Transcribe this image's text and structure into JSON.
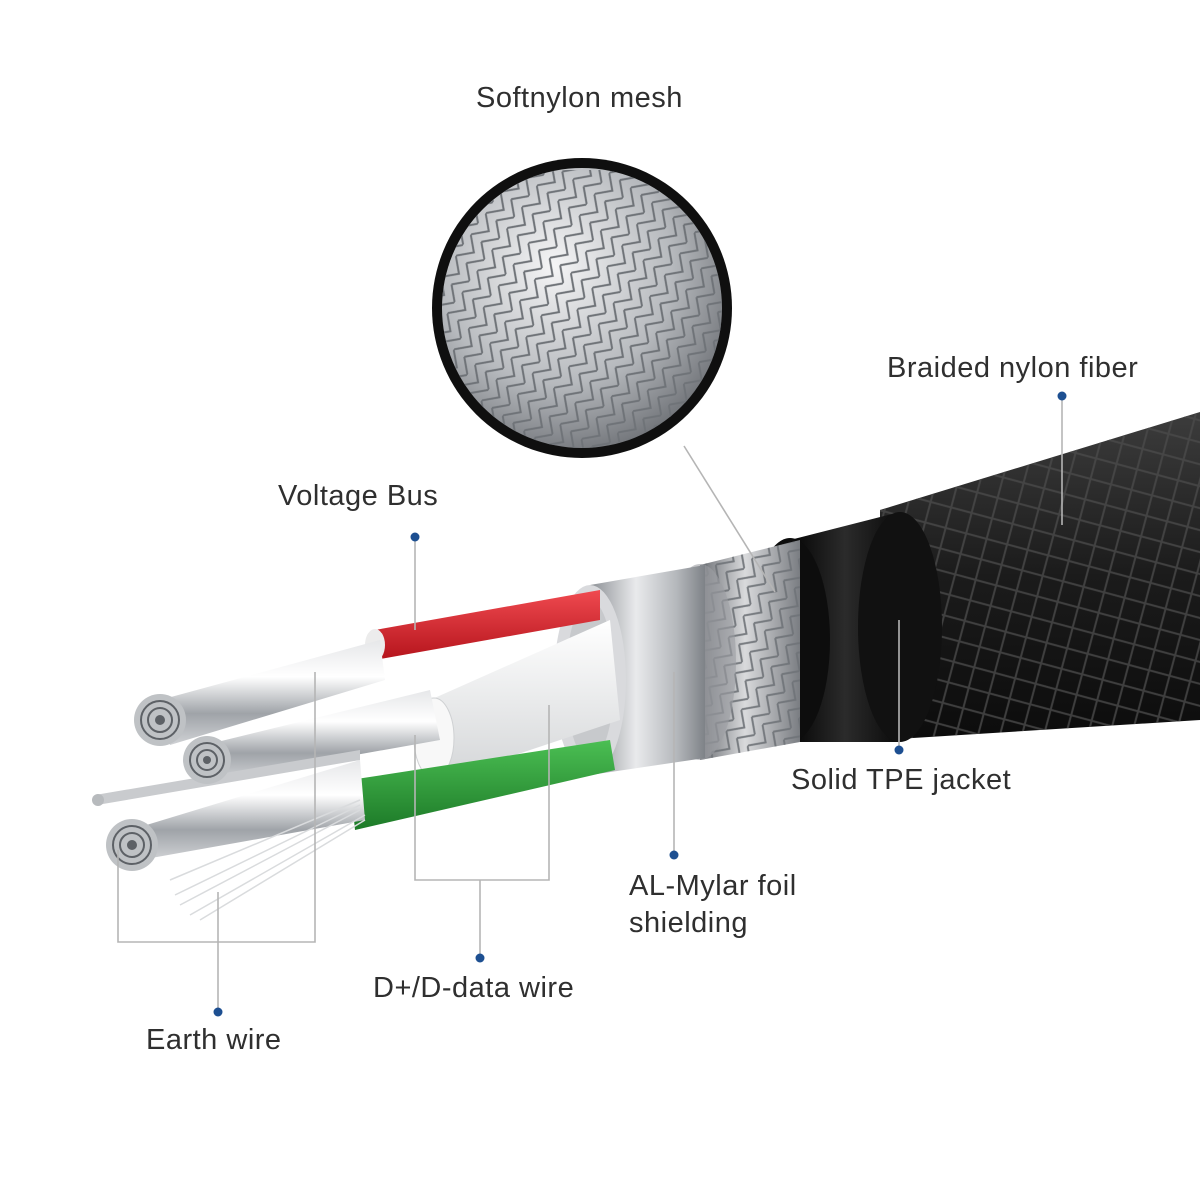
{
  "labels": {
    "softnylon_mesh": "Softnylon mesh",
    "braided_nylon_fiber": "Braided nylon fiber",
    "voltage_bus": "Voltage Bus",
    "solid_tpe_jacket": "Solid TPE jacket",
    "al_mylar_line1": "AL-Mylar foil",
    "al_mylar_line2": "shielding",
    "data_wire": "D+/D-data wire",
    "earth_wire": "Earth wire"
  },
  "colors": {
    "leader_dot": "#1d4f91",
    "leader_line": "#b5b5b5",
    "jacket": "#1a1a1a",
    "braid": "#2d2d2d",
    "foil": "#b9bcc0",
    "red_wire": "#d8262e",
    "green_wire": "#2e9a3a",
    "white_wire": "#f2f2f2"
  }
}
